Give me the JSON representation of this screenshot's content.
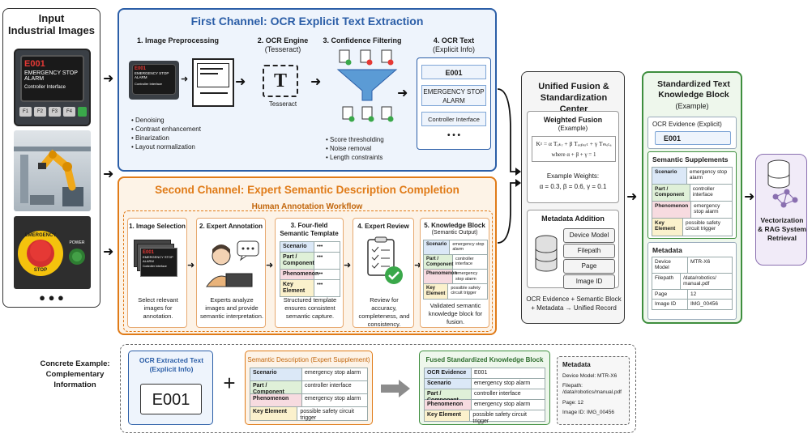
{
  "input": {
    "title_line1": "Input",
    "title_line2": "Industrial Images",
    "hmi_code": "E001",
    "hmi_line1": "EMERGENCY STOP",
    "hmi_line2": "ALARM",
    "hmi_line3": "Controller Interface",
    "hmi_keys": [
      "F1",
      "F2",
      "F3",
      "F4"
    ],
    "estop_text_top": "EMERGENCY",
    "estop_text_bottom": "STOP",
    "power_label": "POWER",
    "more": "● ● ●"
  },
  "ch1": {
    "title": "First Channel: OCR Explicit Text Extraction",
    "s1_title": "1. Image Preprocessing",
    "s1_bullets": [
      "Denoising",
      "Contrast enhancement",
      "Binarization",
      "Layout normalization"
    ],
    "s2_title": "2. OCR Engine",
    "s2_sub": "(Tesseract)",
    "s2_icon": "T",
    "s2_label": "Tesseract",
    "s3_title": "3. Confidence Filtering",
    "s3_bullets": [
      "Score thresholding",
      "Noise removal",
      "Length constraints"
    ],
    "s4_title": "4. OCR Text",
    "s4_sub": "(Explicit Info)",
    "s4_items": [
      "E001",
      "EMERGENCY STOP ALARM",
      "Controller Interface"
    ],
    "s4_more": "• • •",
    "mini_screen": [
      "E001",
      "EMERGENCY STOP",
      "ALARM",
      "Controller Interface"
    ]
  },
  "ch2": {
    "title": "Second Channel: Expert Semantic Description Completion",
    "workflow": "Human Annotation Workflow",
    "s1_title": "1. Image Selection",
    "s1_desc": "Select relevant images for annotation.",
    "s2_title": "2. Expert Annotation",
    "s2_desc": "Experts analyze images and provide semantic interpretation.",
    "s3_title": "3. Four-field Semantic Template",
    "s3_fields": [
      "Scenario",
      "Part / Component",
      "Phenomenon",
      "Key Element"
    ],
    "s3_dots": "•••",
    "s3_desc": "Structured template ensures consistent semantic capture.",
    "s4_title": "4. Expert Review",
    "s4_desc": "Review for accuracy, completeness, and consistency.",
    "s5_title": "5. Knowledge Block",
    "s5_sub": "(Semantic Output)",
    "s5_rows": [
      {
        "k": "Scenario",
        "v": "emergency stop alarm"
      },
      {
        "k": "Part / Component",
        "v": "controller interface"
      },
      {
        "k": "Phenomenon",
        "v": "emergency stop alarm"
      },
      {
        "k": "Key Element",
        "v": "possible safety circuit trigger"
      }
    ],
    "s5_desc": "Validated semantic knowledge block for fusion."
  },
  "fusion": {
    "title": "Unified Fusion & Standardization Center",
    "wf_title": "Weighted Fusion",
    "wf_sub": "(Example)",
    "formula": "Kᵡ = α Tₒₖᵣ + β Tₑₓₚₑᵣₜ + γ Tₘₑₜₐ",
    "formula_where": "where α + β + γ = 1",
    "weights_label": "Example Weights:",
    "weights": "α = 0.3,  β = 0.6,  γ = 0.1",
    "meta_title": "Metadata Addition",
    "meta_items": [
      "Device Model",
      "Filepath",
      "Page",
      "Image ID"
    ],
    "summary": "OCR Evidence + Semantic Block + Metadata → Unified Record"
  },
  "stdblock": {
    "title": "Standardized Text Knowledge Block",
    "sub": "(Example)",
    "ocr_label": "OCR Evidence (Explicit)",
    "ocr_value": "E001",
    "sem_title": "Semantic Supplements",
    "sem_rows": [
      {
        "k": "Scenario",
        "v": "emergency stop alarm"
      },
      {
        "k": "Part / Component",
        "v": "controller interface"
      },
      {
        "k": "Phenomenon",
        "v": "emergency stop alarm"
      },
      {
        "k": "Key Element",
        "v": "possible safety circuit trigger"
      }
    ],
    "meta_title": "Metadata",
    "meta_rows": [
      {
        "k": "Device Model",
        "v": "MTR-X6"
      },
      {
        "k": "Filepath",
        "v": "/data/robotics/ manual.pdf"
      },
      {
        "k": "Page",
        "v": "12"
      },
      {
        "k": "Image ID",
        "v": "IMG_00456"
      }
    ]
  },
  "rag": {
    "label": "Vectorization & RAG System Retrieval"
  },
  "example": {
    "label": "Concrete Example: Complementary Information",
    "ocr_title": "OCR Extracted Text (Explicit Info)",
    "ocr_value": "E001",
    "plus": "+",
    "sem_title": "Semantic Description (Expert Supplement)",
    "sem_rows": [
      {
        "k": "Scenario",
        "v": "emergency stop alarm"
      },
      {
        "k": "Part / Component",
        "v": "controller interface"
      },
      {
        "k": "Phenomenon",
        "v": "emergency stop alarm"
      },
      {
        "k": "Key Element",
        "v": "possible safety circuit trigger"
      }
    ],
    "fused_title": "Fused Standardized Knowledge Block",
    "fused_rows": [
      {
        "k": "OCR Evidence",
        "v": "E001"
      },
      {
        "k": "Scenario",
        "v": "emergency stop alarm"
      },
      {
        "k": "Part / Component",
        "v": "controller interface"
      },
      {
        "k": "Phenomenon",
        "v": "emergency stop alarm"
      },
      {
        "k": "Key Element",
        "v": "possible safety circuit trigger"
      }
    ],
    "meta_title": "Metadata",
    "meta_lines": [
      "Device Model: MTR-X6",
      "Filepath: /data/robotics/manual.pdf",
      "Page: 12",
      "Image ID: IMG_00456"
    ]
  },
  "colors": {
    "blue": "#2b5ea7",
    "orange": "#e07b18",
    "green": "#3e8e3e",
    "purple": "#8a6fb0"
  }
}
